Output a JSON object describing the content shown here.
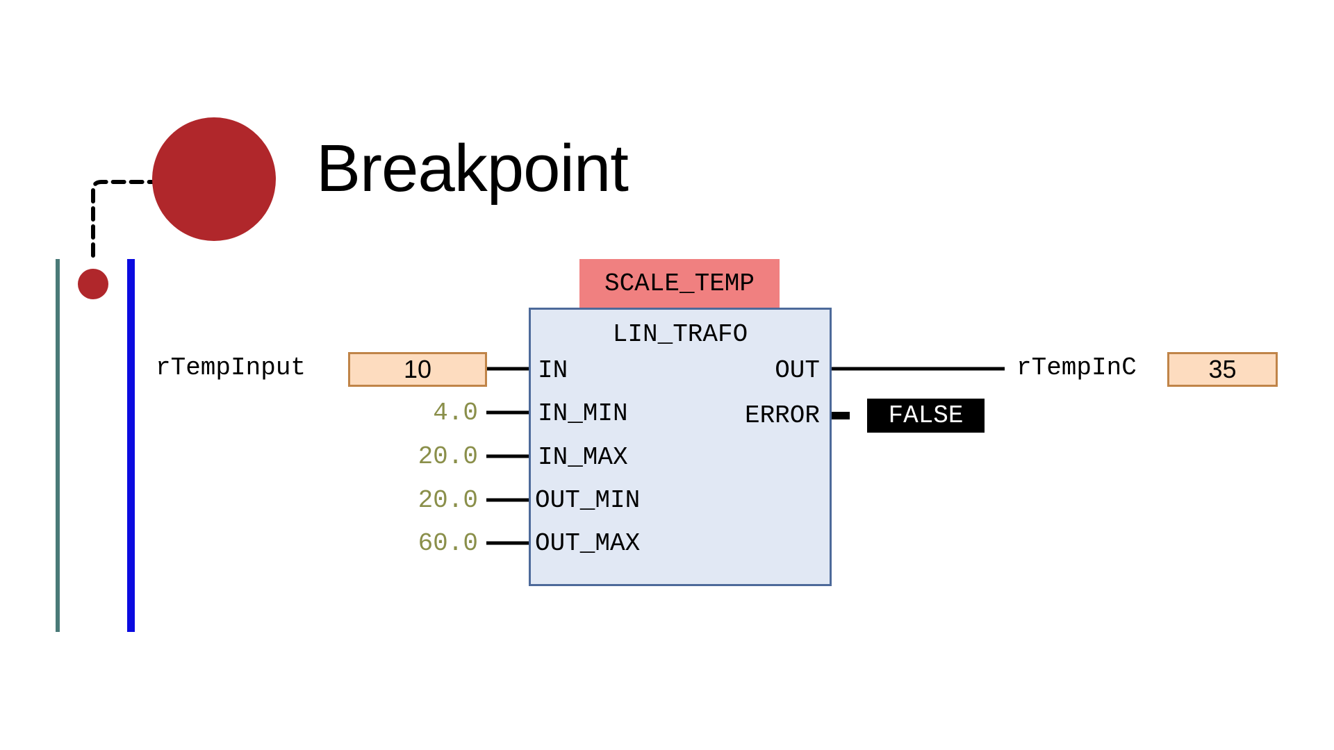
{
  "title": "Breakpoint",
  "colors": {
    "breakpoint": "#b0272b",
    "power_rail_left": "#4a7a78",
    "power_rail_right": "#0a0ae0",
    "instance_header": "#f08080",
    "block_fill": "#e1e8f4",
    "block_border": "#4d6a9a",
    "value_fill": "#fddcbf",
    "value_border": "#c08448",
    "constant_text": "#8a8f4a"
  },
  "block": {
    "instance_name": "SCALE_TEMP",
    "type_name": "LIN_TRAFO",
    "inputs": [
      {
        "name": "IN",
        "connected_variable": "rTempInput",
        "live_value": "10"
      },
      {
        "name": "IN_MIN",
        "constant": "4.0"
      },
      {
        "name": "IN_MAX",
        "constant": "20.0"
      },
      {
        "name": "OUT_MIN",
        "constant": "20.0"
      },
      {
        "name": "OUT_MAX",
        "constant": "60.0"
      }
    ],
    "outputs": [
      {
        "name": "OUT",
        "connected_variable": "rTempInC",
        "live_value": "35"
      },
      {
        "name": "ERROR",
        "live_value": "FALSE"
      }
    ]
  }
}
